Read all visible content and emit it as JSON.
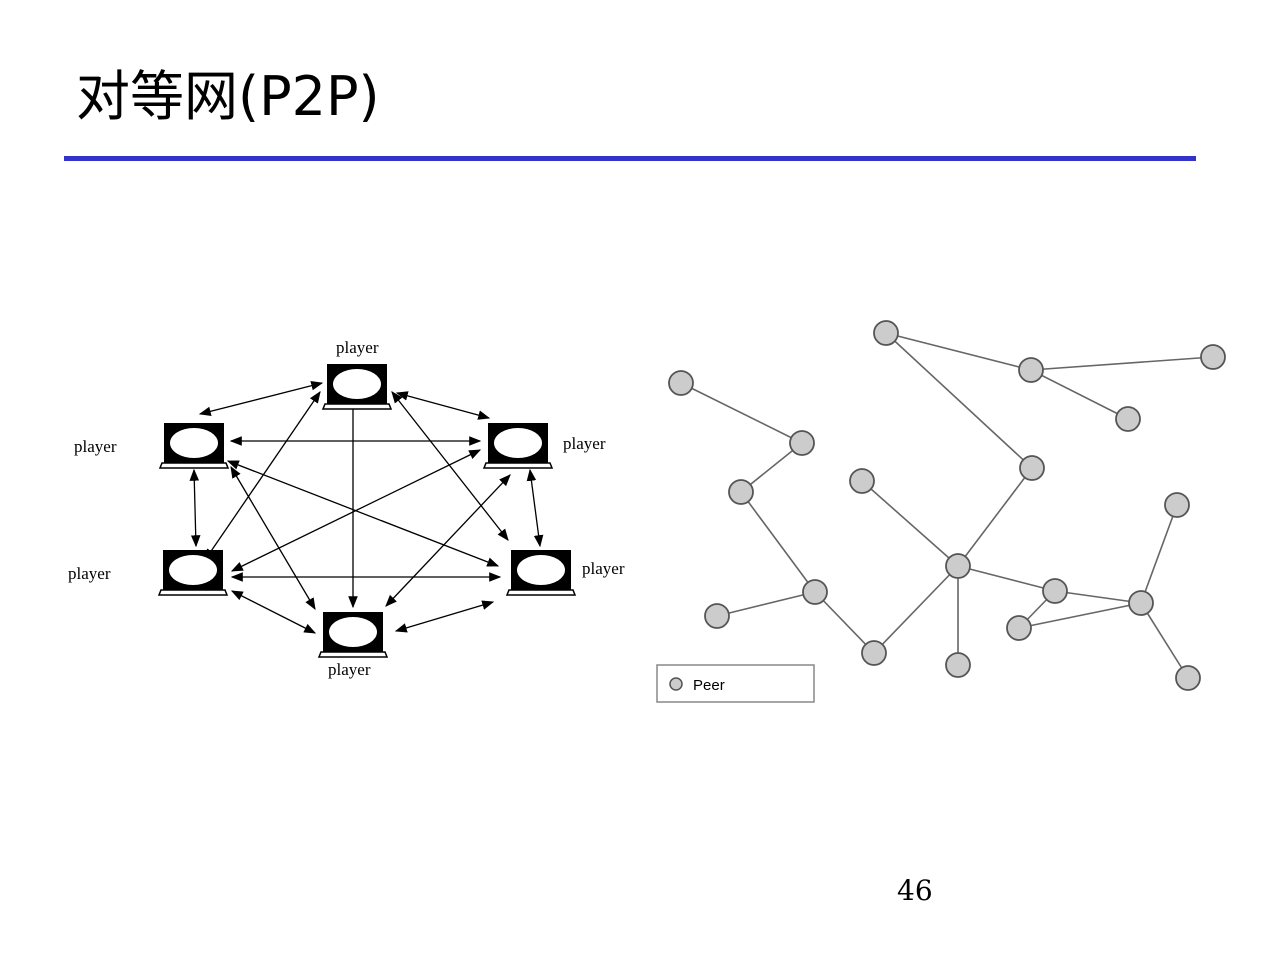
{
  "slide": {
    "title": "对等网(P2P)",
    "page_number": "46",
    "accent_color": "#3333cc"
  },
  "left_diagram": {
    "player_label": "player",
    "players": [
      "player",
      "player",
      "player",
      "player",
      "player",
      "player"
    ]
  },
  "right_diagram": {
    "legend_label": "Peer",
    "peer_color": "#cccccc"
  }
}
